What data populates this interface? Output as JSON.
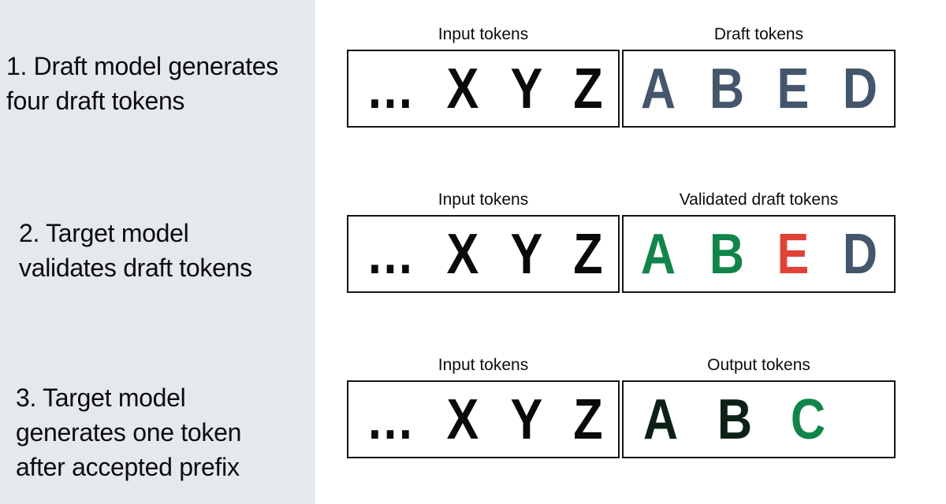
{
  "colors": {
    "panel_bg": "#e5e8ec",
    "box_border": "#141414",
    "input_token": "#0a0a0a",
    "draft_token": "#44566b",
    "accepted_token": "#118549",
    "rejected_token": "#e04238",
    "prefix_token": "#0d2016",
    "new_token": "#118549"
  },
  "figure": {
    "steps": [
      {
        "lines": [
          "1. Draft model generates",
          "four draft tokens"
        ]
      },
      {
        "lines": [
          "2. Target model",
          "validates draft tokens"
        ]
      },
      {
        "lines": [
          "3. Target model",
          "generates one token",
          "after accepted prefix"
        ]
      }
    ],
    "rows": [
      {
        "input_label": "Input tokens",
        "result_label": "Draft tokens",
        "input_tokens": [
          {
            "text": "…",
            "color": "#0a0a0a"
          },
          {
            "text": "X",
            "color": "#0a0a0a"
          },
          {
            "text": "Y",
            "color": "#0a0a0a"
          },
          {
            "text": "Z",
            "color": "#0a0a0a"
          }
        ],
        "result_tokens": [
          {
            "text": "A",
            "color": "#44566b"
          },
          {
            "text": "B",
            "color": "#44566b"
          },
          {
            "text": "E",
            "color": "#44566b"
          },
          {
            "text": "D",
            "color": "#44566b"
          }
        ]
      },
      {
        "input_label": "Input tokens",
        "result_label": "Validated draft tokens",
        "input_tokens": [
          {
            "text": "…",
            "color": "#0a0a0a"
          },
          {
            "text": "X",
            "color": "#0a0a0a"
          },
          {
            "text": "Y",
            "color": "#0a0a0a"
          },
          {
            "text": "Z",
            "color": "#0a0a0a"
          }
        ],
        "result_tokens": [
          {
            "text": "A",
            "color": "#118549"
          },
          {
            "text": "B",
            "color": "#118549"
          },
          {
            "text": "E",
            "color": "#e04238"
          },
          {
            "text": "D",
            "color": "#44566b"
          }
        ]
      },
      {
        "input_label": "Input tokens",
        "result_label": "Output tokens",
        "input_tokens": [
          {
            "text": "…",
            "color": "#0a0a0a"
          },
          {
            "text": "X",
            "color": "#0a0a0a"
          },
          {
            "text": "Y",
            "color": "#0a0a0a"
          },
          {
            "text": "Z",
            "color": "#0a0a0a"
          }
        ],
        "result_tokens": [
          {
            "text": "A",
            "color": "#0d2016"
          },
          {
            "text": "B",
            "color": "#0d2016"
          },
          {
            "text": "C",
            "color": "#118549"
          },
          {
            "text": "",
            "color": "#0a0a0a"
          }
        ]
      }
    ]
  }
}
